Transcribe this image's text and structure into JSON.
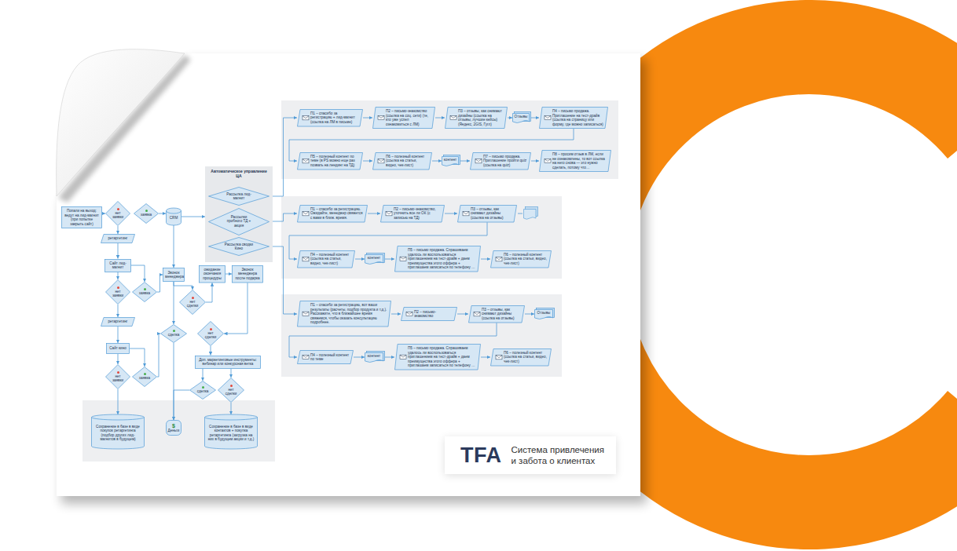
{
  "diagram": {
    "nodes": [
      {
        "text": [
          "Попали на выход: ведут на лид-магнит (при попытке закрыть сайт)"
        ]
      },
      {
        "text": [
          "нет заявки"
        ]
      },
      {
        "text": [
          "заявка"
        ]
      },
      {
        "text": [
          "CRM"
        ]
      },
      {
        "text": [
          "ретаргетинг"
        ]
      },
      {
        "text": [
          "Сайт лид-магнит"
        ]
      },
      {
        "text": [
          "нет заявки"
        ]
      },
      {
        "text": [
          "заявка"
        ]
      },
      {
        "text": [
          "Звонок менеджера"
        ]
      },
      {
        "text": [
          "ожидание окончания процедуры"
        ]
      },
      {
        "text": [
          "Звонок менеджера после подарка"
        ]
      },
      {
        "text": [
          "нет сделки"
        ]
      },
      {
        "text": [
          "ретаргетинг"
        ]
      },
      {
        "text": [
          "сделка"
        ]
      },
      {
        "text": [
          "нет сделки"
        ]
      },
      {
        "text": [
          "Сайт кино"
        ]
      },
      {
        "text": [
          "Доп. маркетинговые инструменты: вебинар или конкурсная ветка"
        ]
      },
      {
        "text": [
          "нет заявки"
        ]
      },
      {
        "text": [
          "заявка"
        ]
      },
      {
        "text": [
          "сделка"
        ]
      },
      {
        "text": [
          "нет сделки"
        ]
      },
      {
        "text": [
          "Сохранение в базе в виде покупок ретаргетинга (подбор других лид-магнитов в будущем)"
        ]
      },
      {
        "text": [
          "$",
          "Деньги"
        ]
      },
      {
        "text": [
          "Сохранение в базе в виде контактов + покупка ретаргетинга (загрузка на них в будущем акции и т.д.)"
        ]
      },
      {
        "text": [
          "Автоматическое управление ЦА"
        ]
      },
      {
        "text": [
          "Рассылка лид-магнит"
        ],
        "in": 24
      },
      {
        "text": [
          "Рассылки пробного ТД + акция"
        ],
        "in": 24
      },
      {
        "text": [
          "Рассылка сводки Кино"
        ],
        "in": 24
      },
      {
        "text": [
          "П1 – спасибо за регистрацию + лид-магнит (ссылка на ЛМ в письме)"
        ]
      },
      {
        "text": [
          "П2 – письмо-знакомство (ссылка на соц. сети) (те, кто уже успел ознакомиться с ЛМ)"
        ]
      },
      {
        "text": [
          "П3 – отзывы, как снимают дизайны (ссылка на отзывы, лучшие кейсы) (Яндекс, 2GIS, Гугл)"
        ]
      },
      {
        "text": [
          "Отзывы"
        ]
      },
      {
        "text": [
          "П4 – письмо продажа. Приглашение на тест-драйв (ссылка на страницу или форму, где можно записаться)"
        ]
      },
      {
        "text": [
          "П5 – полезный контент по теме (в PS можно еще раз позвать на лендинг на ТД)"
        ]
      },
      {
        "text": [
          "П6 – полезный контент (ссылка на статьи, видео, чек-лист)"
        ]
      },
      {
        "text": [
          "контент"
        ]
      },
      {
        "text": [
          "П7 – письмо продажа. Приглашение пройти quiz (ссылка на quiz)"
        ]
      },
      {
        "text": [
          "П8 – просим отзыв в ЛМ, если не ознакомлены, то вот ссылка на него снова — это нужно сделать, потому что…"
        ]
      },
      {
        "text": [
          "П1 – спасибо за регистрацию. Ожидайте, менеджер свяжется с вами в ближ. время."
        ]
      },
      {
        "text": [
          "П2 – письмо-знакомство, уточнить все ли ОК (с записью на ТД)"
        ]
      },
      {
        "text": [
          "П3 – отзывы, как снимают дизайны (ссылка на отзывы)"
        ]
      },
      {
        "text": [
          "П4 – полезный контент (ссылка на статьи, видео, чек-лист)"
        ]
      },
      {
        "text": [
          "контент"
        ]
      },
      {
        "text": [
          "П5 – письмо продажа. Спрашиваем удалось ли воспользоваться приглашением на тест-драйв + даем преимущества этого оффера + приглашаем записаться по телефону …"
        ]
      },
      {
        "text": [
          "П6 – полезный контент (ссылка на статьи, видео, чек-лист)"
        ]
      },
      {
        "text": [
          "П1 – спасибо за регистрацию, вот ваши результаты (расчеты, подбор продукта и т.д.). Расскажите, что в ближайшее время свяжемся, чтобы оказать консультацию подробнее."
        ]
      },
      {
        "text": [
          "П2 – письмо-знакомство"
        ]
      },
      {
        "text": [
          "П3 – отзывы, как снимают дизайны (ссылка на отзывы)"
        ]
      },
      {
        "text": [
          "Отзывы"
        ]
      },
      {
        "text": [
          "П4 – полезный контент по теме"
        ]
      },
      {
        "text": [
          "контент"
        ]
      },
      {
        "text": [
          "П5 – письмо продажа. Спрашиваем удалось ли воспользоваться приглашением на тест-драйв + даем преимущества этого оффера + приглашаем записаться по телефону …"
        ]
      },
      {
        "text": [
          "П6 – полезный контент (ссылка на статьи, видео, чек-лист)"
        ]
      },
      {
        "text": [
          "TFA",
          "Система привлечения и забота о клиентах"
        ]
      }
    ],
    "edges": [
      {
        "from": 0,
        "to": 1,
        "arrow": "to"
      },
      {
        "from": 1,
        "to": 4,
        "arrow": "to"
      },
      {
        "from": 2,
        "to": 3,
        "arrow": "to"
      },
      {
        "from": 4,
        "to": 5,
        "arrow": "to"
      },
      {
        "from": 5,
        "to": 6,
        "arrow": "to"
      },
      {
        "from": 5,
        "to": 7,
        "arrow": "to"
      },
      {
        "from": 6,
        "to": 12,
        "arrow": "to"
      },
      {
        "from": 7,
        "to": 8,
        "arrow": "to"
      },
      {
        "from": 3,
        "to": 8,
        "arrow": "to"
      },
      {
        "from": 3,
        "to": 24,
        "arrow": "to"
      },
      {
        "from": 8,
        "to": 11,
        "arrow": "to"
      },
      {
        "from": 11,
        "to": 9,
        "arrow": "to"
      },
      {
        "from": 9,
        "to": 10,
        "arrow": "to"
      },
      {
        "from": 8,
        "to": 13,
        "arrow": "to"
      },
      {
        "from": 10,
        "to": 14,
        "arrow": "to"
      },
      {
        "from": 14,
        "to": 16,
        "arrow": "to"
      },
      {
        "from": 16,
        "to": 19,
        "arrow": "to"
      },
      {
        "from": 16,
        "to": 20,
        "arrow": "to"
      },
      {
        "from": 13,
        "to": 22,
        "arrow": "to"
      },
      {
        "from": 19,
        "to": 22,
        "arrow": "to"
      },
      {
        "from": 20,
        "to": 23,
        "arrow": "to"
      },
      {
        "from": 12,
        "to": 15,
        "arrow": "to"
      },
      {
        "from": 15,
        "to": 17,
        "arrow": "to"
      },
      {
        "from": 15,
        "to": 18,
        "arrow": "to"
      },
      {
        "from": 17,
        "to": 21,
        "arrow": "to"
      },
      {
        "from": 18,
        "to": 13,
        "arrow": "to"
      },
      {
        "from": 25,
        "to": 28,
        "arrow": "to"
      },
      {
        "from": 26,
        "to": 38,
        "arrow": "to"
      },
      {
        "from": 27,
        "to": 45,
        "arrow": "to"
      },
      {
        "from": 28,
        "to": 29,
        "arrow": "to"
      },
      {
        "from": 29,
        "to": 30,
        "arrow": "to"
      },
      {
        "from": 30,
        "to": 31,
        "arrow": "to"
      },
      {
        "from": 31,
        "to": 32,
        "arrow": "to"
      },
      {
        "from": 32,
        "to": 33,
        "arrow": "to"
      },
      {
        "from": 33,
        "to": 34,
        "arrow": "to"
      },
      {
        "from": 34,
        "to": 35,
        "arrow": "to"
      },
      {
        "from": 35,
        "to": 36,
        "arrow": "to"
      },
      {
        "from": 36,
        "to": 37,
        "arrow": "to"
      },
      {
        "from": 38,
        "to": 39,
        "arrow": "to"
      },
      {
        "from": 39,
        "to": 40,
        "arrow": "to"
      },
      {
        "from": 40,
        "to": 41,
        "arrow": "to"
      },
      {
        "from": 41,
        "to": 42,
        "arrow": "to"
      },
      {
        "from": 42,
        "to": 43,
        "arrow": "to"
      },
      {
        "from": 43,
        "to": 44,
        "arrow": "to"
      },
      {
        "from": 45,
        "to": 46,
        "arrow": "to"
      },
      {
        "from": 46,
        "to": 47,
        "arrow": "to"
      },
      {
        "from": 47,
        "to": 48,
        "arrow": "to"
      },
      {
        "from": 47,
        "to": 49,
        "arrow": "to"
      },
      {
        "from": 49,
        "to": 50,
        "arrow": "to"
      },
      {
        "from": 50,
        "to": 51,
        "arrow": "to"
      },
      {
        "from": 51,
        "to": 52,
        "arrow": "to"
      }
    ]
  }
}
